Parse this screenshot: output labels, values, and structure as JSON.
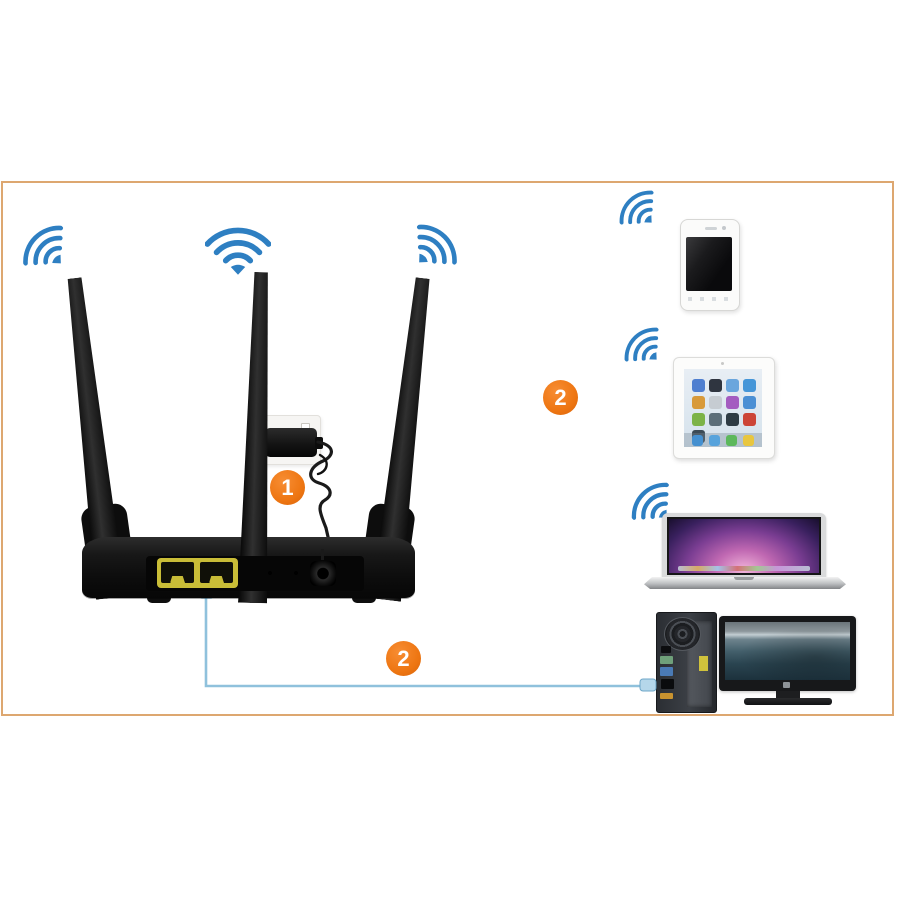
{
  "badges": [
    {
      "name": "step-1-badge",
      "label": "1"
    },
    {
      "name": "step-2-wireless-badge",
      "label": "2"
    },
    {
      "name": "step-2-wired-badge",
      "label": "2"
    }
  ],
  "diagram": {
    "subject": "wireless-router-setup",
    "router": {
      "antennas": 3,
      "lan_ports": 2,
      "port_color": "yellow"
    },
    "power_chain": [
      "wall-outlet",
      "power-adapter",
      "router"
    ],
    "wireless_clients": [
      "smartphone",
      "tablet",
      "laptop"
    ],
    "wired_client": [
      "desktop-tower",
      "monitor"
    ],
    "wifi_signal_icons": 6
  },
  "colors": {
    "frame_border": "#dda770",
    "badge_orange": "#ee7612",
    "wifi_blue": "#2e7fc2",
    "cable_blue": "#8fc1dc",
    "port_yellow": "#c9bd37",
    "background": "#ffffff"
  }
}
